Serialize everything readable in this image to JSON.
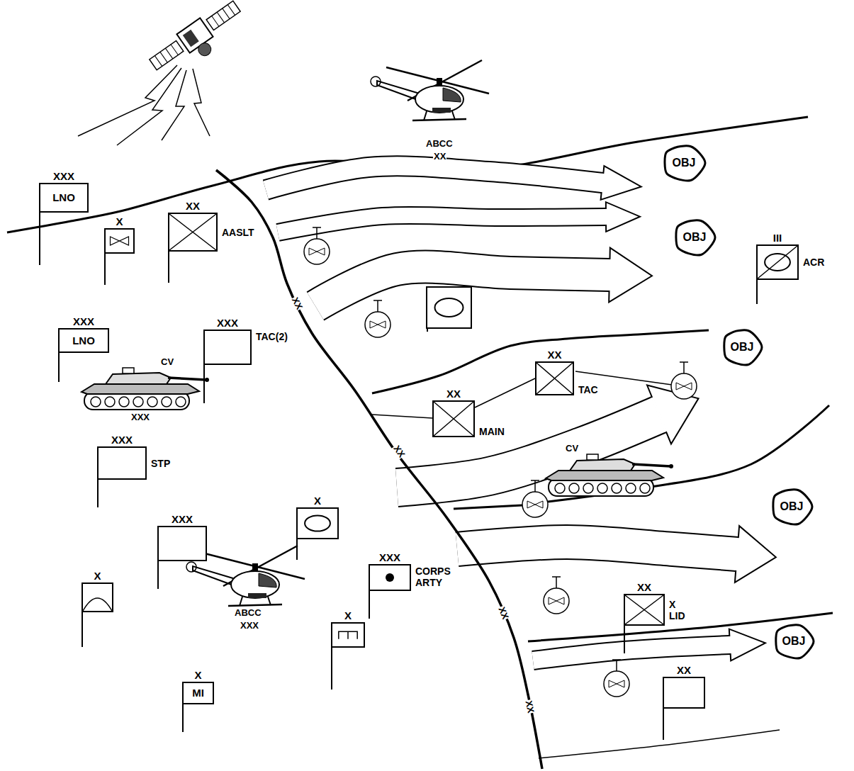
{
  "diagram": {
    "nodes": [
      {
        "text": [
          "OBJ"
        ]
      },
      {
        "text": [
          "XXX",
          "LNO"
        ]
      },
      {
        "text": [
          "XX",
          "AASLT"
        ]
      },
      {
        "text": [
          "X"
        ]
      },
      {
        "text": [
          "OBJ"
        ]
      },
      {
        "text": [
          "III",
          "ACR"
        ]
      },
      {
        "text": [
          "XXX",
          "LNO"
        ]
      },
      {
        "text": [
          "XXX",
          "TAC(2)"
        ]
      },
      {
        "text": [
          "OBJ"
        ]
      },
      {
        "text": [
          "XX",
          "TAC"
        ]
      },
      {
        "text": [
          "XX",
          "MAIN"
        ]
      },
      {
        "text": [
          "XXX",
          "STP"
        ]
      },
      {
        "text": [
          "OBJ"
        ]
      },
      {
        "text": [
          "X"
        ]
      },
      {
        "text": [
          "XXX"
        ]
      },
      {
        "text": [
          "XXX",
          "CORPS ARTY"
        ]
      },
      {
        "text": [
          "X"
        ]
      },
      {
        "text": [
          "XX",
          "X LID"
        ]
      },
      {
        "text": [
          "X"
        ]
      },
      {
        "text": [
          "OBJ"
        ]
      },
      {
        "text": [
          "XX"
        ]
      },
      {
        "text": [
          "X",
          "MI"
        ]
      }
    ],
    "edges": [
      {
        "from": 10,
        "to": 9,
        "arrow": "none"
      }
    ],
    "labels": [
      "ABCC",
      "XX",
      "CV",
      "XXX",
      "XX",
      "CV",
      "XX",
      "ABCC",
      "XXX",
      "XX",
      "XX"
    ]
  }
}
